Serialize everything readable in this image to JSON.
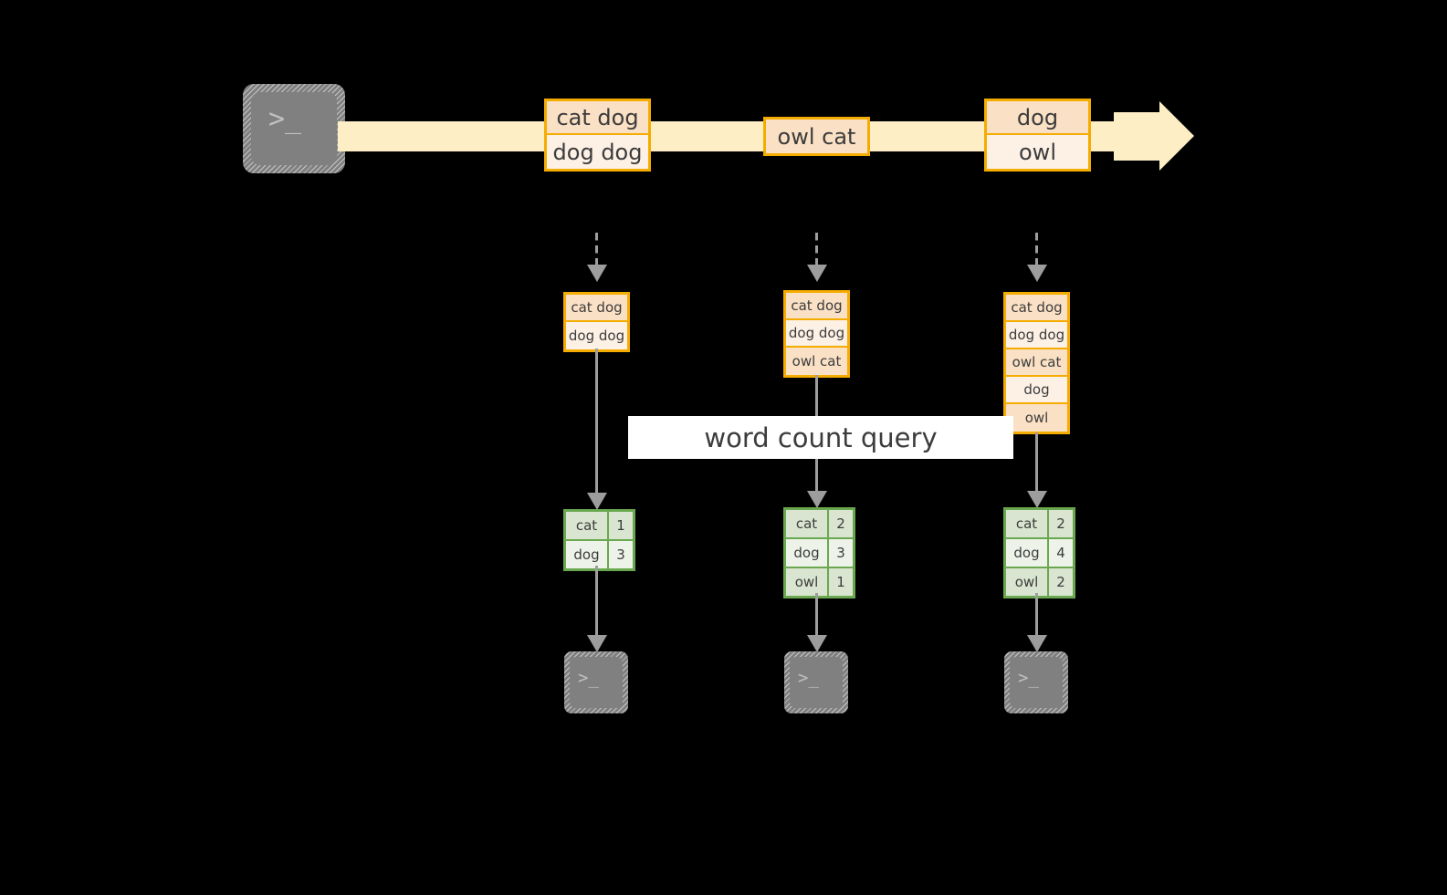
{
  "diagram": {
    "source": {
      "icon": "terminal-icon",
      "prompt_glyph": ">_"
    },
    "stream": {
      "label": "",
      "records": [
        {
          "lines": [
            "cat dog",
            "dog dog"
          ]
        },
        {
          "lines": [
            "owl cat"
          ]
        },
        {
          "lines": [
            "dog",
            "owl"
          ]
        }
      ]
    },
    "query_label": "word count query",
    "snapshots": [
      {
        "name": "snapshot-1",
        "records": [
          "cat dog",
          "dog dog"
        ],
        "result": {
          "rows": [
            {
              "word": "cat",
              "count": "1"
            },
            {
              "word": "dog",
              "count": "3"
            }
          ]
        },
        "sink": {
          "icon": "terminal-icon",
          "prompt_glyph": ">_"
        }
      },
      {
        "name": "snapshot-2",
        "records": [
          "cat dog",
          "dog dog",
          "owl cat"
        ],
        "result": {
          "rows": [
            {
              "word": "cat",
              "count": "2"
            },
            {
              "word": "dog",
              "count": "3"
            },
            {
              "word": "owl",
              "count": "1"
            }
          ]
        },
        "sink": {
          "icon": "terminal-icon",
          "prompt_glyph": ">_"
        }
      },
      {
        "name": "snapshot-3",
        "records": [
          "cat dog",
          "dog dog",
          "owl cat",
          "dog",
          "owl"
        ],
        "result": {
          "rows": [
            {
              "word": "cat",
              "count": "2"
            },
            {
              "word": "dog",
              "count": "4"
            },
            {
              "word": "owl",
              "count": "2"
            }
          ]
        },
        "sink": {
          "icon": "terminal-icon",
          "prompt_glyph": ">_"
        }
      }
    ],
    "colors": {
      "background": "#000000",
      "stream_band": "#fdeec5",
      "record_border": "#f5ac00",
      "record_fill_a": "#fae0c4",
      "record_fill_b": "#fdf1e6",
      "result_border": "#6aa84f",
      "result_fill_a": "#d9e5d0",
      "result_fill_b": "#eef3ea",
      "connector": "#9d9d9d",
      "terminal": "#808080",
      "query_band": "#ffffff",
      "text": "#3c3c3c"
    }
  }
}
